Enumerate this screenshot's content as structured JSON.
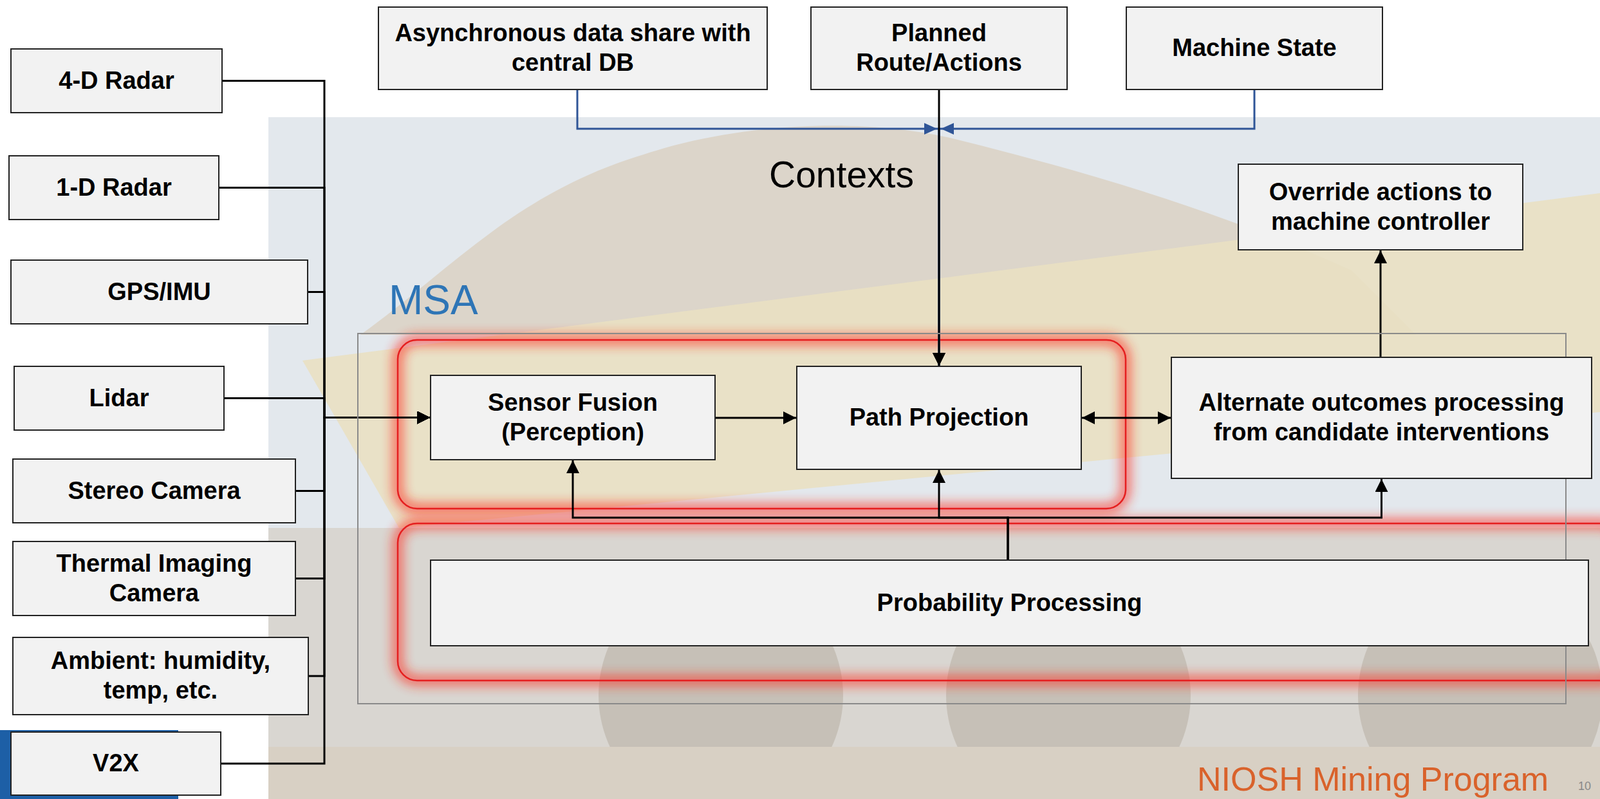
{
  "diagram": {
    "nodes": [
      {
        "text": [
          "4-D Radar"
        ]
      },
      {
        "text": [
          "1-D Radar"
        ]
      },
      {
        "text": [
          "GPS/IMU"
        ]
      },
      {
        "text": [
          "Lidar"
        ]
      },
      {
        "text": [
          "Stereo Camera"
        ]
      },
      {
        "text": [
          "Thermal Imaging Camera"
        ]
      },
      {
        "text": [
          "Ambient: humidity, temp, etc."
        ]
      },
      {
        "text": [
          "V2X"
        ]
      },
      {
        "text": [
          "Asynchronous data share with central DB"
        ]
      },
      {
        "text": [
          "Planned Route/Actions"
        ]
      },
      {
        "text": [
          "Machine State"
        ]
      },
      {
        "text": [
          "Override actions to machine controller"
        ]
      },
      {
        "text": [
          "MSA"
        ]
      },
      {
        "text": [
          "Sensor Fusion (Perception)"
        ],
        "in": 12
      },
      {
        "text": [
          "Path Projection"
        ],
        "in": 12
      },
      {
        "text": [
          "Alternate outcomes processing from candidate interventions"
        ],
        "in": 12
      },
      {
        "text": [
          "Probability Processing"
        ],
        "in": 12
      }
    ],
    "edges": [
      {
        "from": 0,
        "to": 13,
        "arrow": "to"
      },
      {
        "from": 1,
        "to": 13,
        "arrow": "to"
      },
      {
        "from": 2,
        "to": 13,
        "arrow": "to"
      },
      {
        "from": 3,
        "to": 13,
        "arrow": "to"
      },
      {
        "from": 4,
        "to": 13,
        "arrow": "to"
      },
      {
        "from": 5,
        "to": 13,
        "arrow": "to"
      },
      {
        "from": 6,
        "to": 13,
        "arrow": "to"
      },
      {
        "from": 7,
        "to": 13,
        "arrow": "to"
      },
      {
        "from": 8,
        "to": 14,
        "arrow": "to"
      },
      {
        "from": 9,
        "to": 14,
        "arrow": "to"
      },
      {
        "from": 10,
        "to": 14,
        "arrow": "to"
      },
      {
        "from": 13,
        "to": 14,
        "arrow": "to"
      },
      {
        "from": 14,
        "to": 15,
        "arrow": "both"
      },
      {
        "from": 15,
        "to": 11,
        "arrow": "to"
      },
      {
        "from": 16,
        "to": 13,
        "arrow": "to"
      },
      {
        "from": 16,
        "to": 14,
        "arrow": "to"
      },
      {
        "from": 16,
        "to": 15,
        "arrow": "to"
      }
    ],
    "labels": [
      "Contexts",
      "NIOSH Mining Program",
      "10"
    ]
  }
}
